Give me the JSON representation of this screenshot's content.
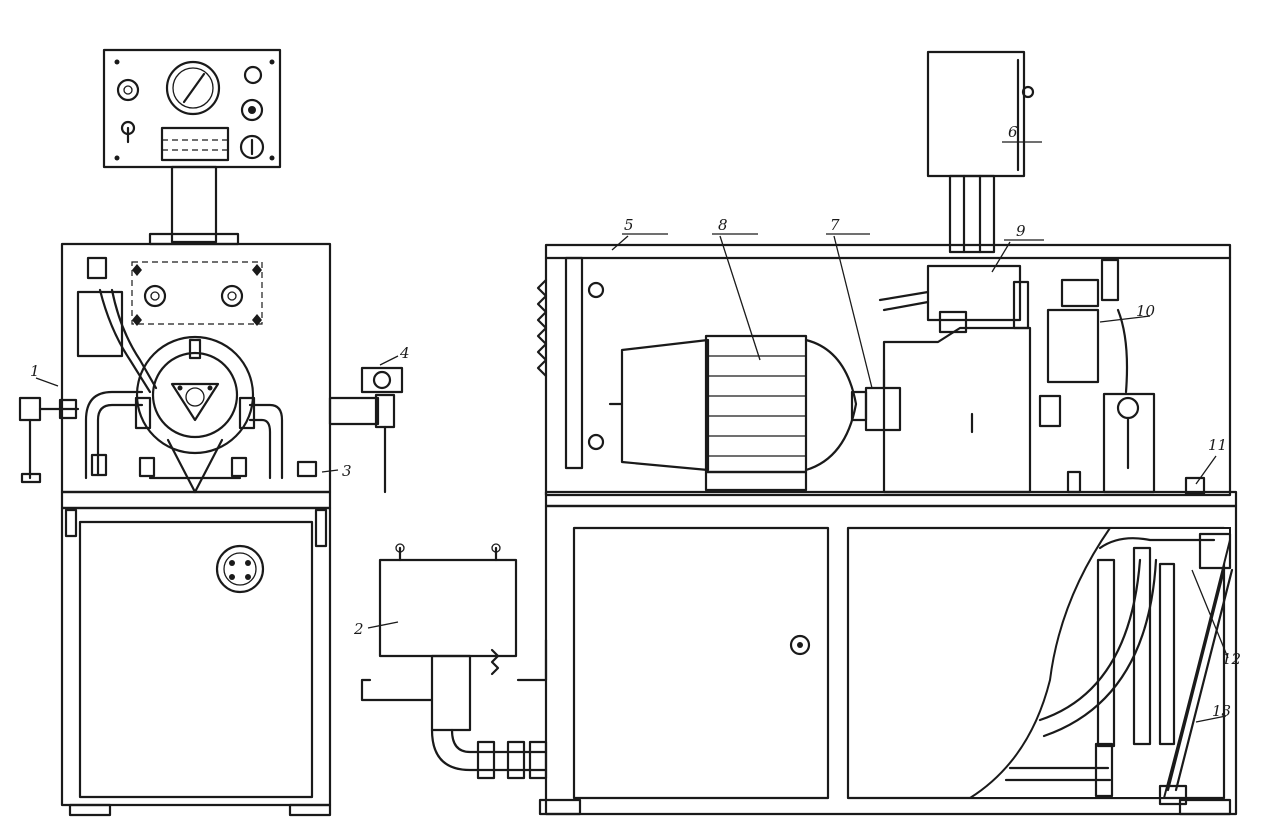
{
  "drawing": {
    "callouts": [
      "1",
      "2",
      "3",
      "4",
      "5",
      "6",
      "7",
      "8",
      "9",
      "10",
      "11",
      "12",
      "13"
    ],
    "line_color": "#1a1a1a",
    "background": "#ffffff"
  }
}
